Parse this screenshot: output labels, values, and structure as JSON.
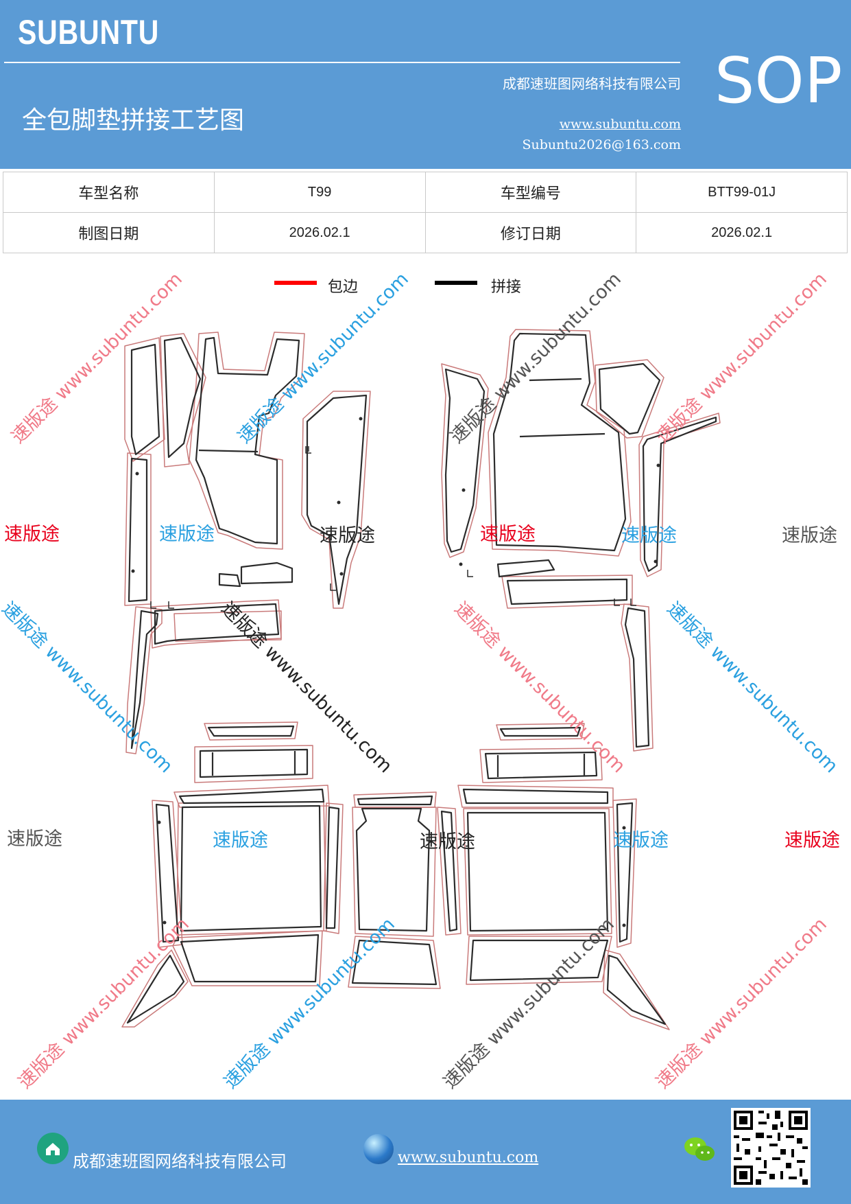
{
  "header": {
    "brand": "SUBUNTU",
    "title": "全包脚垫拼接工艺图",
    "company": "成都速班图网络科技有限公司",
    "website": "www.subuntu.com",
    "email": "Subuntu2026@163.com",
    "badge": "SOP"
  },
  "info_table": {
    "model_name_label": "车型名称",
    "model_name": "T99",
    "model_code_label": "车型编号",
    "model_code": "BTT99-01J",
    "draw_date_label": "制图日期",
    "draw_date": "2026.02.1",
    "revise_date_label": "修订日期",
    "revise_date": "2026.02.1"
  },
  "legend": {
    "edge_label": "包边",
    "edge_color": "#ff0000",
    "join_label": "拼接",
    "join_color": "#000000"
  },
  "watermarks": {
    "brand_cn": "速版途",
    "url": "www.subuntu.com",
    "combo": "速版途 www.subuntu.com",
    "colors": [
      "#e8001c",
      "#2aa0e0",
      "#555555"
    ]
  },
  "footer": {
    "company": "成都速班图网络科技有限公司",
    "website": "www.subuntu.com"
  },
  "icons": [
    "home-icon",
    "globe-icon",
    "wechat-icon",
    "qr-code"
  ]
}
